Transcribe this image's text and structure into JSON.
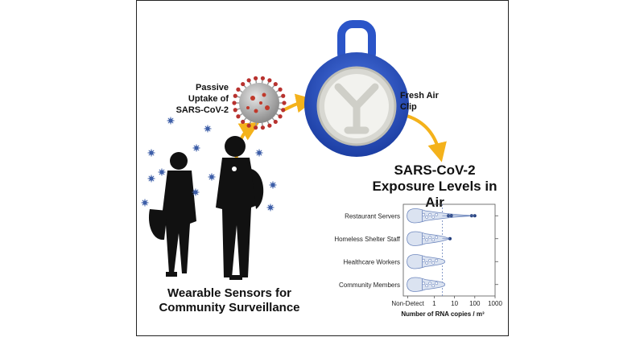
{
  "labels": {
    "passive_uptake": [
      "Passive",
      "Uptake of",
      "SARS-CoV-2"
    ],
    "fresh_air_clip": [
      "Fresh Air",
      "Clip"
    ],
    "exposure_title": [
      "SARS-CoV-2",
      "Exposure Levels in Air"
    ],
    "wearable": [
      "Wearable Sensors for",
      "Community Surveillance"
    ]
  },
  "icons": {
    "virus": "coronavirus-icon",
    "clip": "fresh-air-clip-icon",
    "people": "people-silhouette-icon",
    "particle": "virus-particle-icon"
  },
  "colors": {
    "clip_blue": "#2b55c8",
    "arrow_gold": "#f4b21b",
    "virus_red": "#b8322f",
    "particle_blue": "#3d5ea8",
    "violin_fill": "#dbe3f1",
    "violin_stroke": "#6d86bd",
    "point_dark": "#1f3a7a"
  },
  "chart_data": {
    "type": "violin",
    "categories": [
      "Restaurant Servers",
      "Homeless Shelter Staff",
      "Healthcare Workers",
      "Community Members"
    ],
    "x_tick_labels": [
      "Non-Detect",
      "1",
      "10",
      "100",
      "1000"
    ],
    "xlabel": "Number of RNA copies / m³",
    "x_scale": "log",
    "xlim": [
      0.03,
      1000
    ],
    "detection_limit": 2.5,
    "series": [
      {
        "category": "Restaurant Servers",
        "detected": [
          5,
          7,
          70,
          100
        ],
        "non_detect_count": 8
      },
      {
        "category": "Homeless Shelter Staff",
        "detected": [
          6
        ],
        "non_detect_count": 9
      },
      {
        "category": "Healthcare Workers",
        "detected": [],
        "non_detect_count": 7
      },
      {
        "category": "Community Members",
        "detected": [],
        "non_detect_count": 7
      }
    ]
  }
}
